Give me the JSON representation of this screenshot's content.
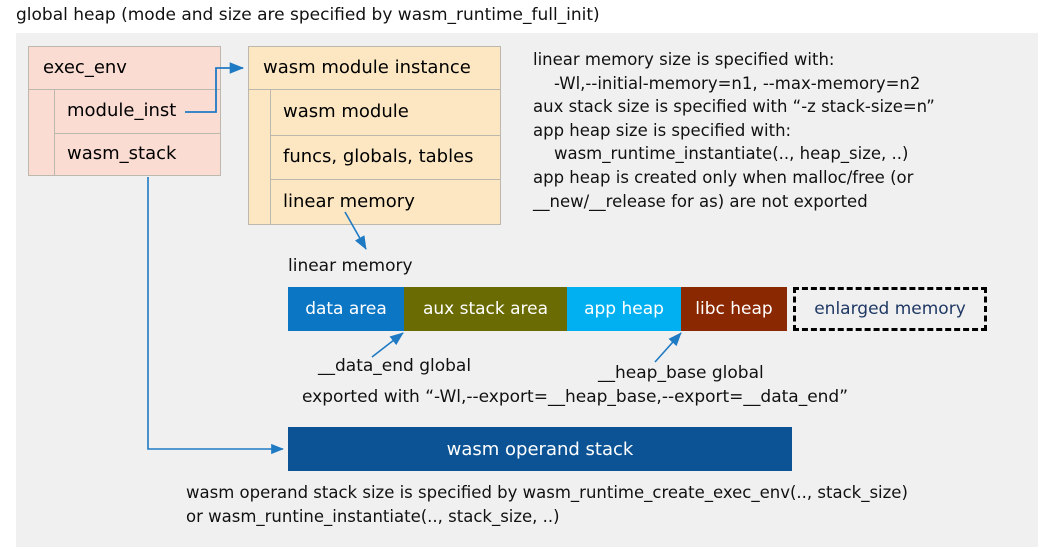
{
  "title": "global heap (mode and size are specified by wasm_runtime_full_init)",
  "exec_env": {
    "header": "exec_env",
    "fields": [
      "module_inst",
      "wasm_stack"
    ]
  },
  "module_instance": {
    "header": "wasm module instance",
    "fields": [
      "wasm module",
      "funcs, globals, tables",
      "linear memory"
    ]
  },
  "memory_note": "linear memory size is specified with:\n    -Wl,--initial-memory=n1, --max-memory=n2\naux stack size is specified with “-z stack-size=n”\napp heap size is specified with:\n    wasm_runtime_instantiate(.., heap_size, ..)\napp heap is created only when malloc/free (or\n__new/__release for as) are not exported",
  "linear_memory": {
    "caption": "linear memory",
    "segments": [
      {
        "label": "data area",
        "color": "#0b76c4",
        "text_color": "#ffffff"
      },
      {
        "label": "aux stack area",
        "color": "#6b6b03",
        "text_color": "#ffffff"
      },
      {
        "label": "app heap",
        "color": "#00b0f0",
        "text_color": "#ffffff"
      },
      {
        "label": "libc heap",
        "color": "#8a2802",
        "text_color": "#ffffff"
      },
      {
        "label": "enlarged memory",
        "color": "#f0f0f0",
        "text_color": "#1f3864"
      }
    ],
    "annotations": {
      "data_end": "__data_end global",
      "heap_base": "__heap_base global",
      "exported": "exported with “-Wl,--export=__heap_base,--export=__data_end”"
    }
  },
  "operand_stack": {
    "label": "wasm operand stack",
    "color": "#0b5394",
    "note": "wasm operand stack size is specified by wasm_runtime_create_exec_env(.., stack_size)\nor wasm_runtine_instantiate(.., stack_size, ..)"
  },
  "colors": {
    "panel_background": "#f0f0f0",
    "exec_env_fill": "#fadcd2",
    "module_instance_fill": "#fce7c2",
    "box_border": "#bdb8ae",
    "connector": "#1f7ac4"
  }
}
